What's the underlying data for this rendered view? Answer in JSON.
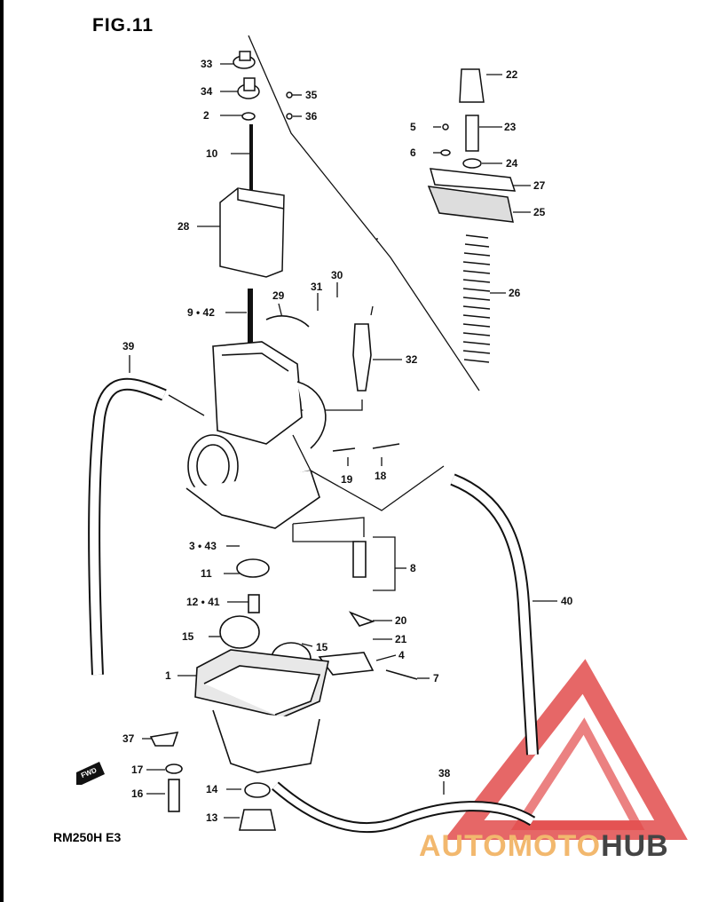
{
  "figure": {
    "title": "FIG.11",
    "model": "RM250H  E3",
    "fwd_label": "FWD"
  },
  "watermark": {
    "text_part1": "AUTOMOTO",
    "text_part2": "HUB",
    "color": "#e24c4c"
  },
  "callouts": [
    {
      "id": "c33",
      "text": "33"
    },
    {
      "id": "c34",
      "text": "34"
    },
    {
      "id": "c35",
      "text": "35"
    },
    {
      "id": "c2",
      "text": "2"
    },
    {
      "id": "c36",
      "text": "36"
    },
    {
      "id": "c10",
      "text": "10"
    },
    {
      "id": "c28",
      "text": "28"
    },
    {
      "id": "c22",
      "text": "22"
    },
    {
      "id": "c5",
      "text": "5"
    },
    {
      "id": "c23",
      "text": "23"
    },
    {
      "id": "c6",
      "text": "6"
    },
    {
      "id": "c24",
      "text": "24"
    },
    {
      "id": "c27",
      "text": "27"
    },
    {
      "id": "c25",
      "text": "25"
    },
    {
      "id": "c26",
      "text": "26"
    },
    {
      "id": "c30",
      "text": "30"
    },
    {
      "id": "c29",
      "text": "29"
    },
    {
      "id": "c31",
      "text": "31"
    },
    {
      "id": "c9_42",
      "text": "9 • 42"
    },
    {
      "id": "c39",
      "text": "39"
    },
    {
      "id": "c32",
      "text": "32"
    },
    {
      "id": "c19",
      "text": "19"
    },
    {
      "id": "c18",
      "text": "18"
    },
    {
      "id": "c3_43",
      "text": "3 • 43"
    },
    {
      "id": "c8",
      "text": "8"
    },
    {
      "id": "c11",
      "text": "11"
    },
    {
      "id": "c40",
      "text": "40"
    },
    {
      "id": "c12_41",
      "text": "12 • 41"
    },
    {
      "id": "c20",
      "text": "20"
    },
    {
      "id": "c15a",
      "text": "15"
    },
    {
      "id": "c15b",
      "text": "15"
    },
    {
      "id": "c21",
      "text": "21"
    },
    {
      "id": "c4",
      "text": "4"
    },
    {
      "id": "c1",
      "text": "1"
    },
    {
      "id": "c7",
      "text": "7"
    },
    {
      "id": "c37",
      "text": "37"
    },
    {
      "id": "c17",
      "text": "17"
    },
    {
      "id": "c38",
      "text": "38"
    },
    {
      "id": "c16",
      "text": "16"
    },
    {
      "id": "c14",
      "text": "14"
    },
    {
      "id": "c13",
      "text": "13"
    }
  ]
}
